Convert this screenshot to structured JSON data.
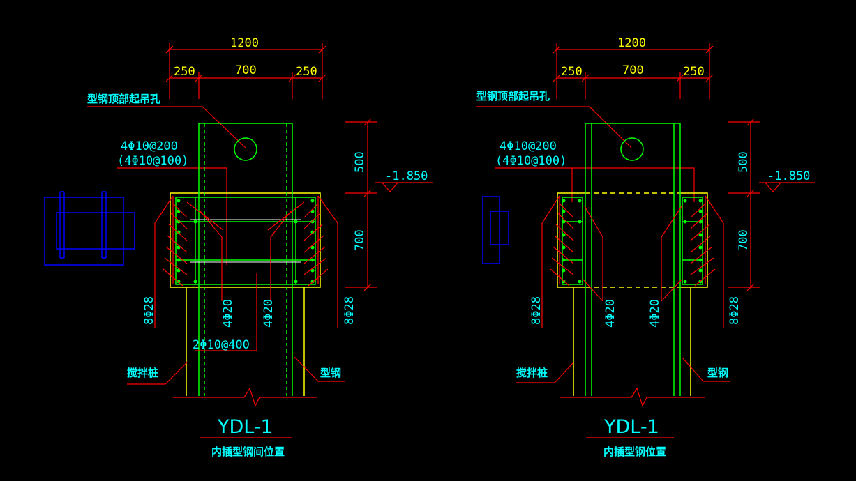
{
  "colors": {
    "background": "#000000",
    "dimension": "#ff0000",
    "text": "#00ffff",
    "outline": "#ffff00",
    "steel": "#00ff00",
    "plan": "#0000ff"
  },
  "left": {
    "dim_total": "1200",
    "dim_side_a": "250",
    "dim_mid": "700",
    "dim_side_b": "250",
    "lift_hole_label": "型钢顶部起吊孔",
    "stirrup_1": "4Φ10@200",
    "stirrup_2": "(4Φ10@100)",
    "dim_v_top": "500",
    "dim_v_bottom": "700",
    "elevation": "-1.850",
    "bar_left": "8Φ28",
    "bar_right": "8Φ28",
    "bar_mid_1": "4Φ20",
    "bar_mid_2": "4Φ20",
    "tie": "2Φ10@400",
    "pile_label": "搅拌桩",
    "steel_label": "型钢",
    "title": "YDL-1",
    "subtitle": "内插型钢间位置"
  },
  "right": {
    "dim_total": "1200",
    "dim_side_a": "250",
    "dim_mid": "700",
    "dim_side_b": "250",
    "lift_hole_label": "型钢顶部起吊孔",
    "stirrup_1": "4Φ10@200",
    "stirrup_2": "(4Φ10@100)",
    "dim_v_top": "500",
    "dim_v_bottom": "700",
    "elevation": "-1.850",
    "bar_left": "8Φ28",
    "bar_right": "8Φ28",
    "bar_mid_1": "4Φ20",
    "bar_mid_2": "4Φ20",
    "pile_label": "搅拌桩",
    "steel_label": "型钢",
    "title": "YDL-1",
    "subtitle": "内插型钢位置"
  }
}
